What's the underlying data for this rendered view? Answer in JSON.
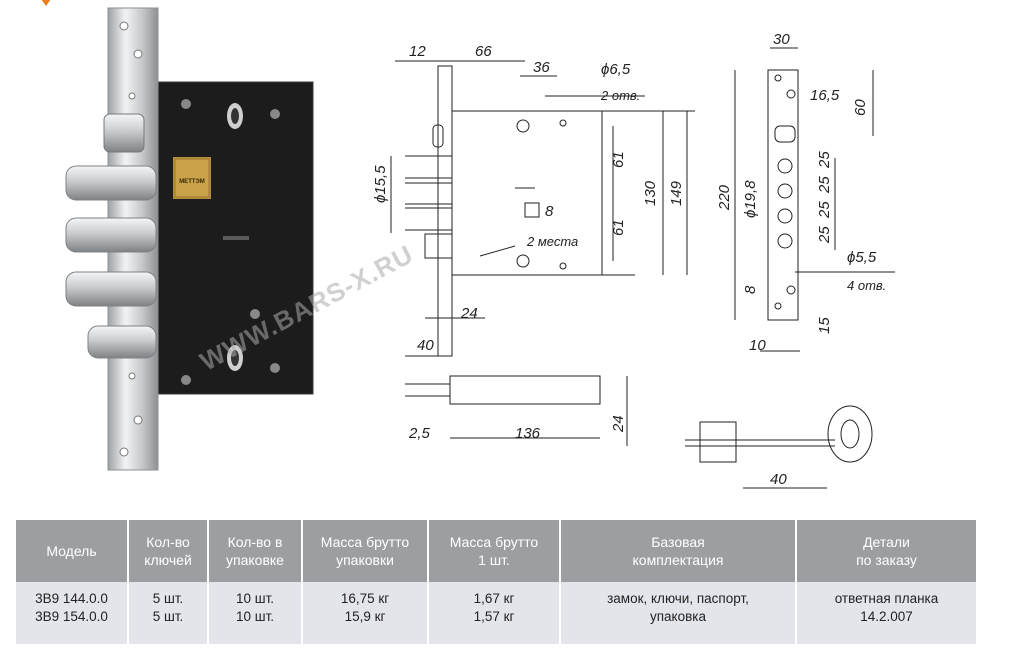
{
  "watermark": "WWW.BARS-X.RU",
  "brand_badge": "МЕТТЭМ",
  "drawings": {
    "front": {
      "d_12": "12",
      "d_66": "66",
      "d_36": "36",
      "d_hole_top": "ϕ6,5",
      "d_hole_top_note": "2 отв.",
      "d_bolt": "ϕ15,5",
      "d_61a": "61",
      "d_61b": "61",
      "d_130": "130",
      "d_149": "149",
      "d_square": "8",
      "d_places": "2 места",
      "d_24": "24",
      "d_40": "40"
    },
    "strip": {
      "d_30": "30",
      "d_16_5": "16,5",
      "d_60": "60",
      "d_220": "220",
      "d_19_8": "ϕ19,8",
      "d_25a": "25",
      "d_25b": "25",
      "d_25c": "25",
      "d_25d": "25",
      "d_5_5": "ϕ5,5",
      "d_holes": "4 отв.",
      "d_8": "8",
      "d_15": "15",
      "d_10": "10"
    },
    "side": {
      "d_2_5": "2,5",
      "d_136": "136",
      "d_24": "24"
    },
    "key": {
      "d_40": "40"
    }
  },
  "table": {
    "headers": [
      [
        "Модель"
      ],
      [
        "Кол-во",
        "ключей"
      ],
      [
        "Кол-во в",
        "упаковке"
      ],
      [
        "Масса брутто",
        "упаковки"
      ],
      [
        "Масса брутто",
        "1 шт."
      ],
      [
        "Базовая",
        "комплектация"
      ],
      [
        "Детали",
        "по заказу"
      ]
    ],
    "row": [
      [
        "3В9 144.0.0",
        "3В9 154.0.0"
      ],
      [
        "5 шт.",
        "5 шт."
      ],
      [
        "10 шт.",
        "10 шт."
      ],
      [
        "16,75 кг",
        "15,9 кг"
      ],
      [
        "1,67 кг",
        "1,57 кг"
      ],
      [
        "замок, ключи, паспорт,",
        "упаковка"
      ],
      [
        "ответная планка",
        "14.2.007"
      ]
    ]
  },
  "colors": {
    "accent": "#f07d1a",
    "header_bg": "#9c9fa2",
    "row_bg": "#e4e5ea",
    "lock_body": "#1c1c1c",
    "steel": "#c9cbcd"
  }
}
